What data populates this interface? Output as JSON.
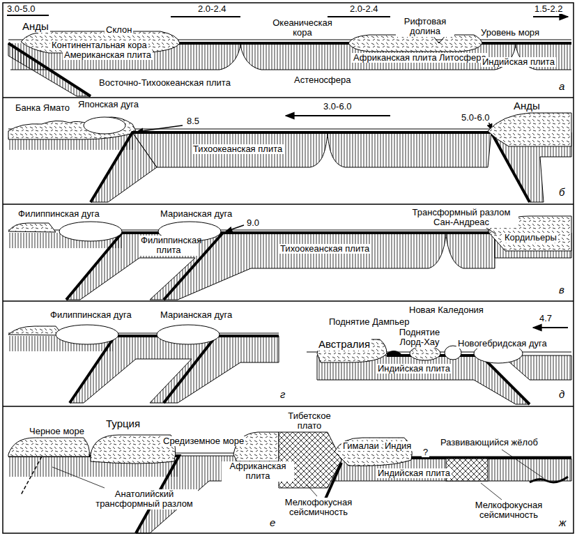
{
  "diagram": {
    "labels": [
      "3.0-5.0",
      "2.0-2.4",
      "2.0-2.4",
      "1.5-2.2",
      "Анды",
      "Склон",
      "Океаническая кора",
      "Рифтовая долина",
      "Континентальная кора",
      "Уровень моря",
      "Американская плита",
      "Африканская плита",
      "Литосфера",
      "Астеносфера",
      "Индийская плита",
      "Восточно-Тихоокеанская плита",
      "а",
      "Банка Ямато",
      "Японская дуга",
      "8.5",
      "3.0-6.0",
      "5.0-6.0",
      "Анды",
      "Тихоокеанская плита",
      "б",
      "Филиппинская дуга",
      "Марианская дуга",
      "9.0",
      "Трансформный разлом Сан-Андреас",
      "Кордильеры",
      "Филиппинская плита",
      "Тихоокеанская плита",
      "в",
      "Филиппинская дуга",
      "Марианская дуга",
      "г",
      "Новая Каледония",
      "Поднятие Дампьер",
      "4.7",
      "Поднятие Лорд-Хау",
      "Австралия",
      "Новогебридская дуга",
      "Индийская плита",
      "д",
      "Турция",
      "Черное море",
      "Средиземное море",
      "Анатолийский трансформный разлом",
      "Африканская плита",
      "е",
      "Тибетское плато",
      "Гималаи",
      "Индия",
      "?",
      "Развивающийся жёлоб",
      "Индийская плита",
      "Мелкофокусная сейсмичность",
      "Мелкофокусная сейсмичность",
      "ж"
    ]
  }
}
